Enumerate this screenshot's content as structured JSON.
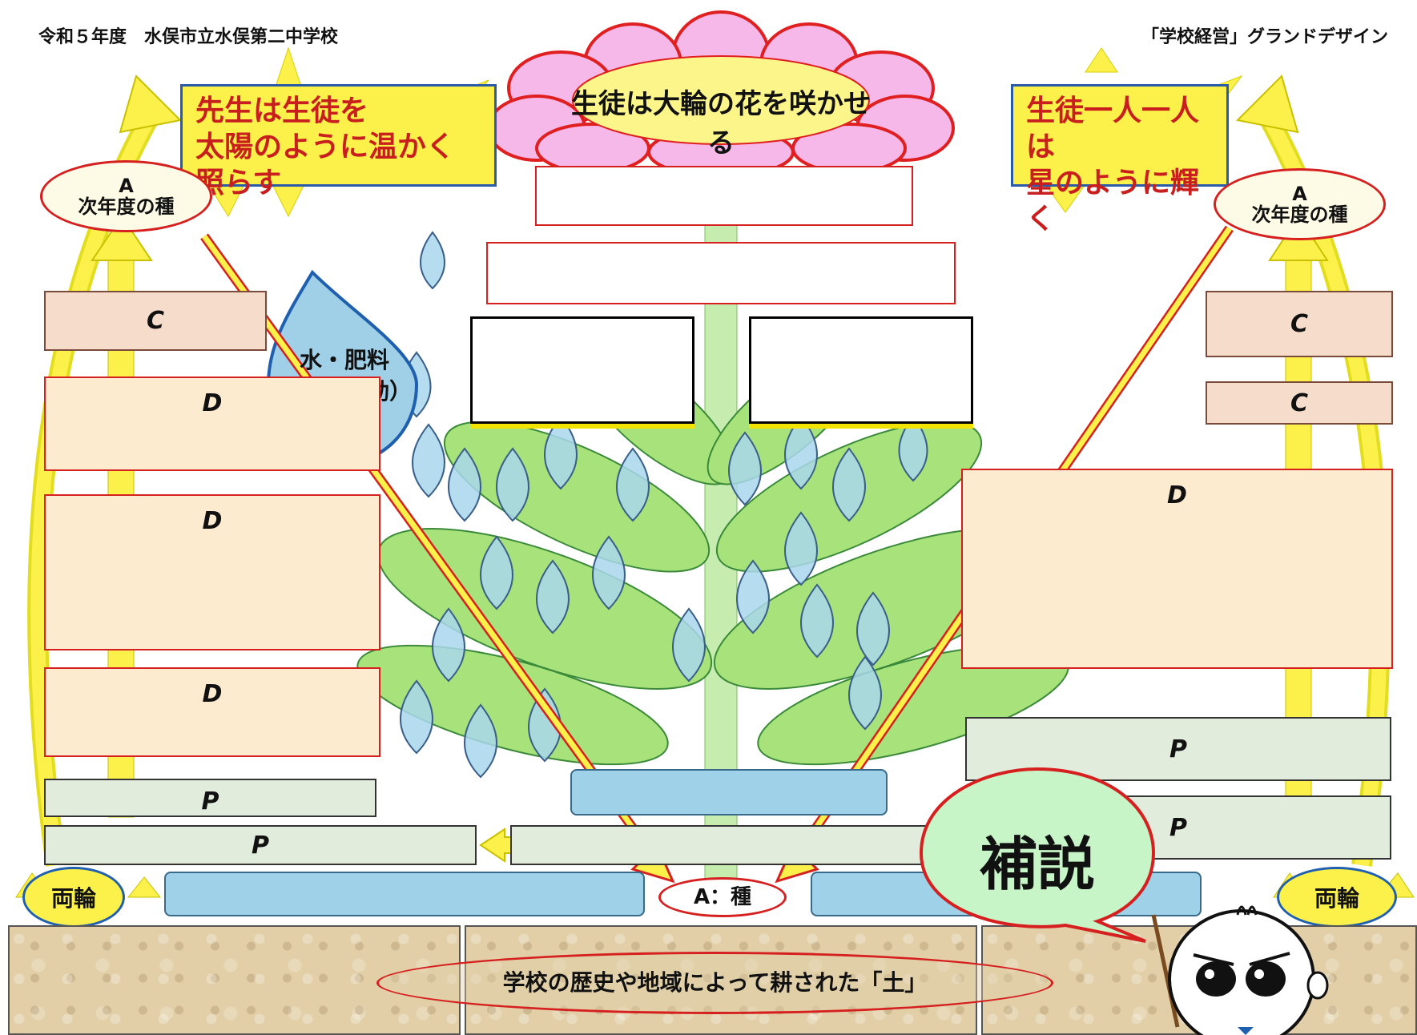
{
  "header": {
    "left_title": "令和５年度　水俣市立水俣第二中学校",
    "right_title": "「学校経営」グランドデザイン"
  },
  "flower": {
    "label": "生徒は大輪の花を咲かせる"
  },
  "left_sign": {
    "line1": "先生は生徒を",
    "line2": "太陽のように温かく照らす"
  },
  "right_sign": {
    "line1": "生徒一人一人は",
    "line2": "星のように輝く"
  },
  "left_seed": {
    "letter": "A",
    "label": "次年度の種"
  },
  "right_seed": {
    "letter": "A",
    "label": "次年度の種"
  },
  "water_drop": {
    "line1": "水・肥料",
    "line2": "（教育活動）"
  },
  "left_boxes": {
    "c1": "C",
    "d1": "D",
    "d2": "D",
    "d3": "D",
    "p1": "P",
    "p2": "P"
  },
  "right_boxes": {
    "c1": "C",
    "c2": "C",
    "d1": "D",
    "p1": "P",
    "p2": "P"
  },
  "wheels": {
    "left": "両輪",
    "right": "両輪"
  },
  "seed_center": "A：種",
  "soil_label": "学校の歴史や地域によって耕された「土」",
  "speech_bubble": "補説",
  "colors": {
    "sun_yellow": "#fbf14a",
    "petal_pink": "#f6b8e8",
    "leaf_green": "#a8e27a",
    "drop_blue": "#9fd2e8",
    "red": "#d62020"
  }
}
